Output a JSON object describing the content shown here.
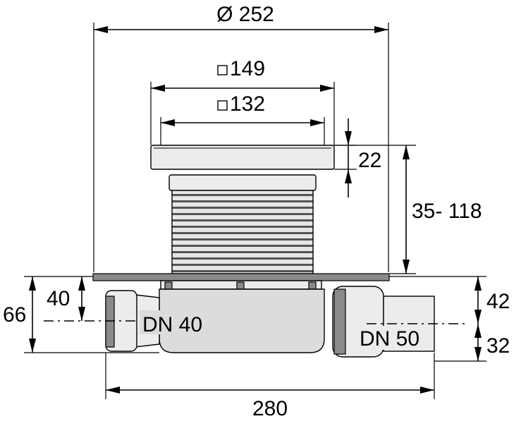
{
  "dimensions": {
    "flange_diameter": "Ø 252",
    "grate_outer": "149",
    "grate_inner": "132",
    "grate_height": "22",
    "adjust_range": "35- 118",
    "body_height": "66",
    "inlet_height": "40",
    "outlet_upper": "42",
    "outlet_lower": "32",
    "overall_width": "280"
  },
  "connections": {
    "inlet": "DN 40",
    "outlet": "DN 50"
  }
}
